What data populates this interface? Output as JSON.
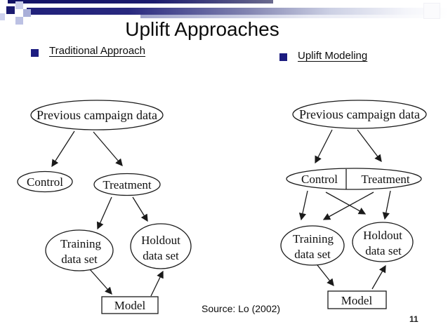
{
  "header": {
    "title": "Uplift Approaches",
    "left_heading": "Traditional Approach",
    "right_heading": "Uplift Modeling"
  },
  "colors": {
    "accent_navy": "#1c1c80",
    "template_dark_square": "#1b1b70",
    "template_light_square": "#c9cdeb",
    "diagram_stroke": "#1a1a1a",
    "background": "#ffffff"
  },
  "diagram_traditional": {
    "name": "Traditional Approach",
    "root": "Previous campaign data",
    "control": "Control",
    "treatment": "Treatment",
    "training_line1": "Training",
    "training_line2": "data set",
    "holdout_line1": "Holdout",
    "holdout_line2": "data set",
    "model": "Model"
  },
  "diagram_uplift": {
    "name": "Uplift Modeling",
    "root": "Previous campaign data",
    "control": "Control",
    "treatment": "Treatment",
    "training_line1": "Training",
    "training_line2": "data set",
    "holdout_line1": "Holdout",
    "holdout_line2": "data set",
    "model": "Model"
  },
  "footer": {
    "source": "Source: Lo (2002)",
    "page_number": "11"
  }
}
